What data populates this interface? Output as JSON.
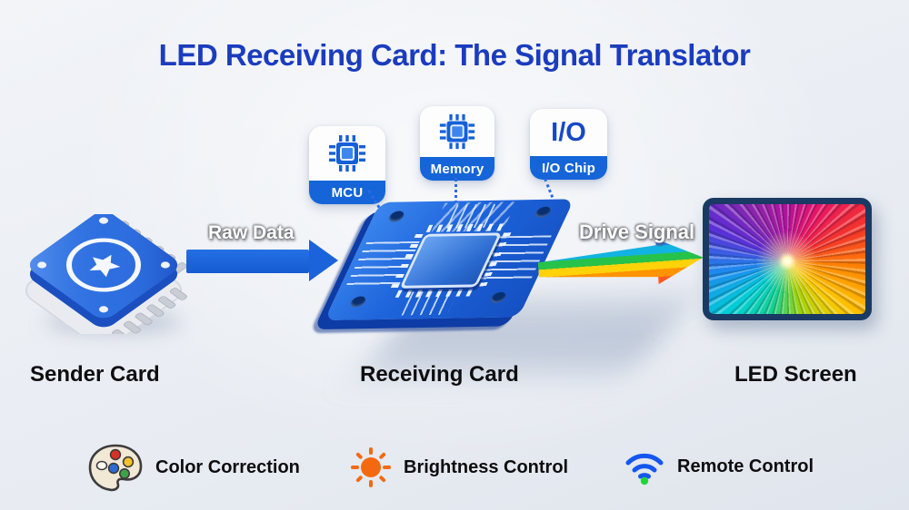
{
  "title": {
    "text": "LED Receiving Card: The Signal Translator",
    "color": "#1b3cbe"
  },
  "badges": {
    "mcu": {
      "label": "MCU",
      "icon": "chip-icon"
    },
    "memory": {
      "label": "Memory",
      "icon": "chip-icon"
    },
    "io": {
      "symbol": "I/O",
      "label": "I/O Chip"
    }
  },
  "flow": {
    "sender": {
      "label": "Sender Card"
    },
    "receiver": {
      "label": "Receiving Card"
    },
    "screen": {
      "label": "LED Screen"
    },
    "raw_data": {
      "label": "Raw Data",
      "arrow_color": "#1a63da"
    },
    "drive_signal": {
      "label": "Drive Signal",
      "arrow_colors": [
        "#2f7ce8",
        "#12b3e2",
        "#27c24a",
        "#ffd20a",
        "#ff9400",
        "#ff5a1e"
      ]
    }
  },
  "features": [
    {
      "label": "Color Correction",
      "icon": "palette-icon"
    },
    {
      "label": "Brightness Control",
      "icon": "sun-icon"
    },
    {
      "label": "Remote Control",
      "icon": "wifi-icon"
    }
  ],
  "colors": {
    "badge_bar_blue": "#1565d8",
    "card_blue": "#1d63da",
    "background": "#e9edf3"
  }
}
